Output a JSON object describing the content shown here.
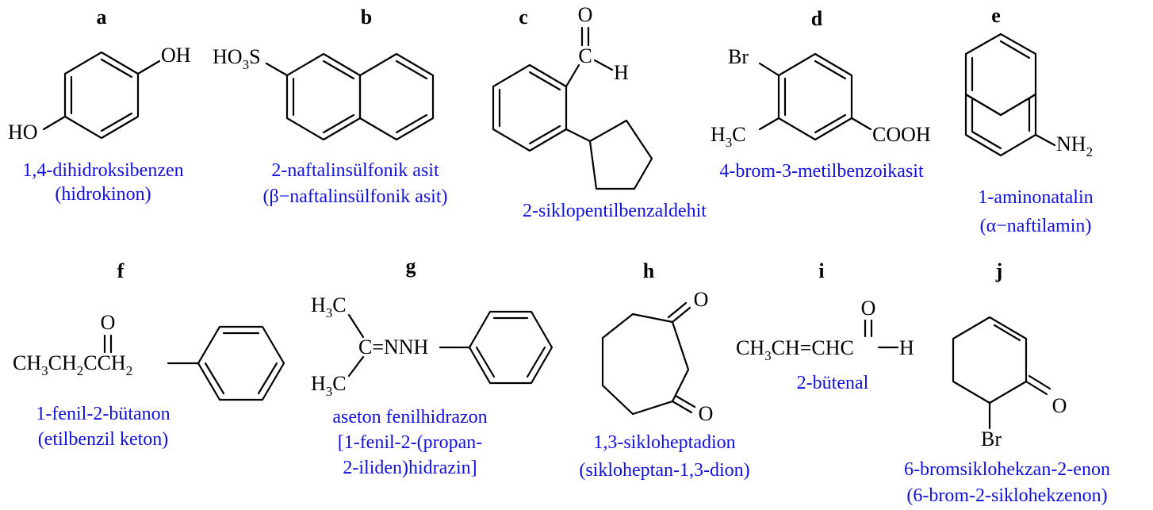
{
  "colors": {
    "structure": "#000000",
    "name_text": "#1010e0"
  },
  "compounds": [
    {
      "letter": "a",
      "atoms": [
        "OH",
        "HO"
      ],
      "names": [
        "1,4-dihidroksibenzen",
        "(hidrokinon)"
      ]
    },
    {
      "letter": "b",
      "atoms": [
        "HO",
        "3",
        "S"
      ],
      "names": [
        "2-naftalinsülfonik asit",
        "(β−naftalinsülfonik asit)"
      ]
    },
    {
      "letter": "c",
      "atoms": [
        "O",
        "C",
        "H"
      ],
      "names": [
        "2-siklopentilbenzaldehit"
      ]
    },
    {
      "letter": "d",
      "atoms": [
        "Br",
        "H",
        "3",
        "C",
        "COOH"
      ],
      "names": [
        "4-brom-3-metilbenzoikasit"
      ]
    },
    {
      "letter": "e",
      "atoms": [
        "NH",
        "2"
      ],
      "names": [
        "1-aminonatalin",
        "(α−naftilamin)"
      ]
    },
    {
      "letter": "f",
      "atoms": [
        "O",
        "CH",
        "3",
        "CH",
        "2",
        "C",
        "CH",
        "2"
      ],
      "names": [
        "1-fenil-2-bütanon",
        "(etilbenzil keton)"
      ]
    },
    {
      "letter": "g",
      "atoms": [
        "H",
        "3",
        "C",
        "C=NNH",
        "H",
        "3",
        "C"
      ],
      "names": [
        "aseton fenilhidrazon",
        "[1-fenil-2-(propan-",
        "2-iliden)hidrazin]"
      ]
    },
    {
      "letter": "h",
      "atoms": [
        "O",
        "O"
      ],
      "names": [
        "1,3-sikloheptadion",
        "(sikloheptan-1,3-dion)"
      ]
    },
    {
      "letter": "i",
      "atoms": [
        "O",
        "CH",
        "3",
        "CH=CHC",
        "H"
      ],
      "names": [
        "2-bütenal"
      ]
    },
    {
      "letter": "j",
      "atoms": [
        "O",
        "Br"
      ],
      "names": [
        "6-bromsiklohekzan-2-enon",
        "(6-brom-2-siklohekzenon)"
      ]
    }
  ]
}
